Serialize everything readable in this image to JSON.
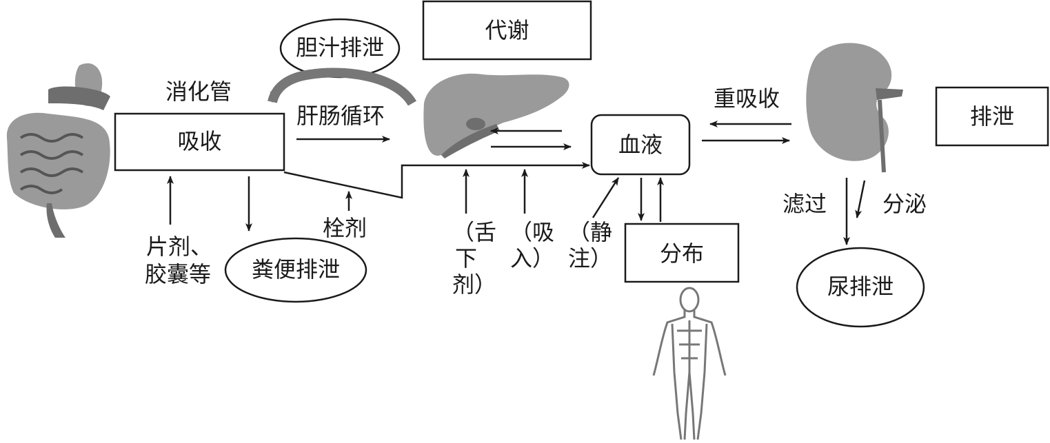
{
  "nodes": {
    "metabolism": "代谢",
    "bile_excretion": "胆汁排泄",
    "digestive_tract": "消化管",
    "enterohepatic": "肝肠循环",
    "absorption": "吸收",
    "blood": "血液",
    "reabsorption": "重吸收",
    "excretion": "排泄",
    "filtration": "滤过",
    "secretion": "分泌",
    "urine_excretion": "尿排泄",
    "distribution": "分布",
    "fecal_excretion": "粪便排泄",
    "suppository": "栓剂",
    "tablets_line1": "片剂、",
    "tablets_line2": "胶囊等",
    "sublingual": "（舌下剂）",
    "inhalation": "（吸入）",
    "intravenous": "（静注）"
  },
  "images": {
    "digestive": "digestive-tract-illustration",
    "liver": "liver-illustration",
    "kidney": "kidney-illustration",
    "human": "human-body-illustration"
  },
  "colors": {
    "line": "#1a1a1a",
    "organ": "#9a9a9a",
    "organ_dark": "#6e6e6e",
    "bile_arrow": "#777777"
  }
}
